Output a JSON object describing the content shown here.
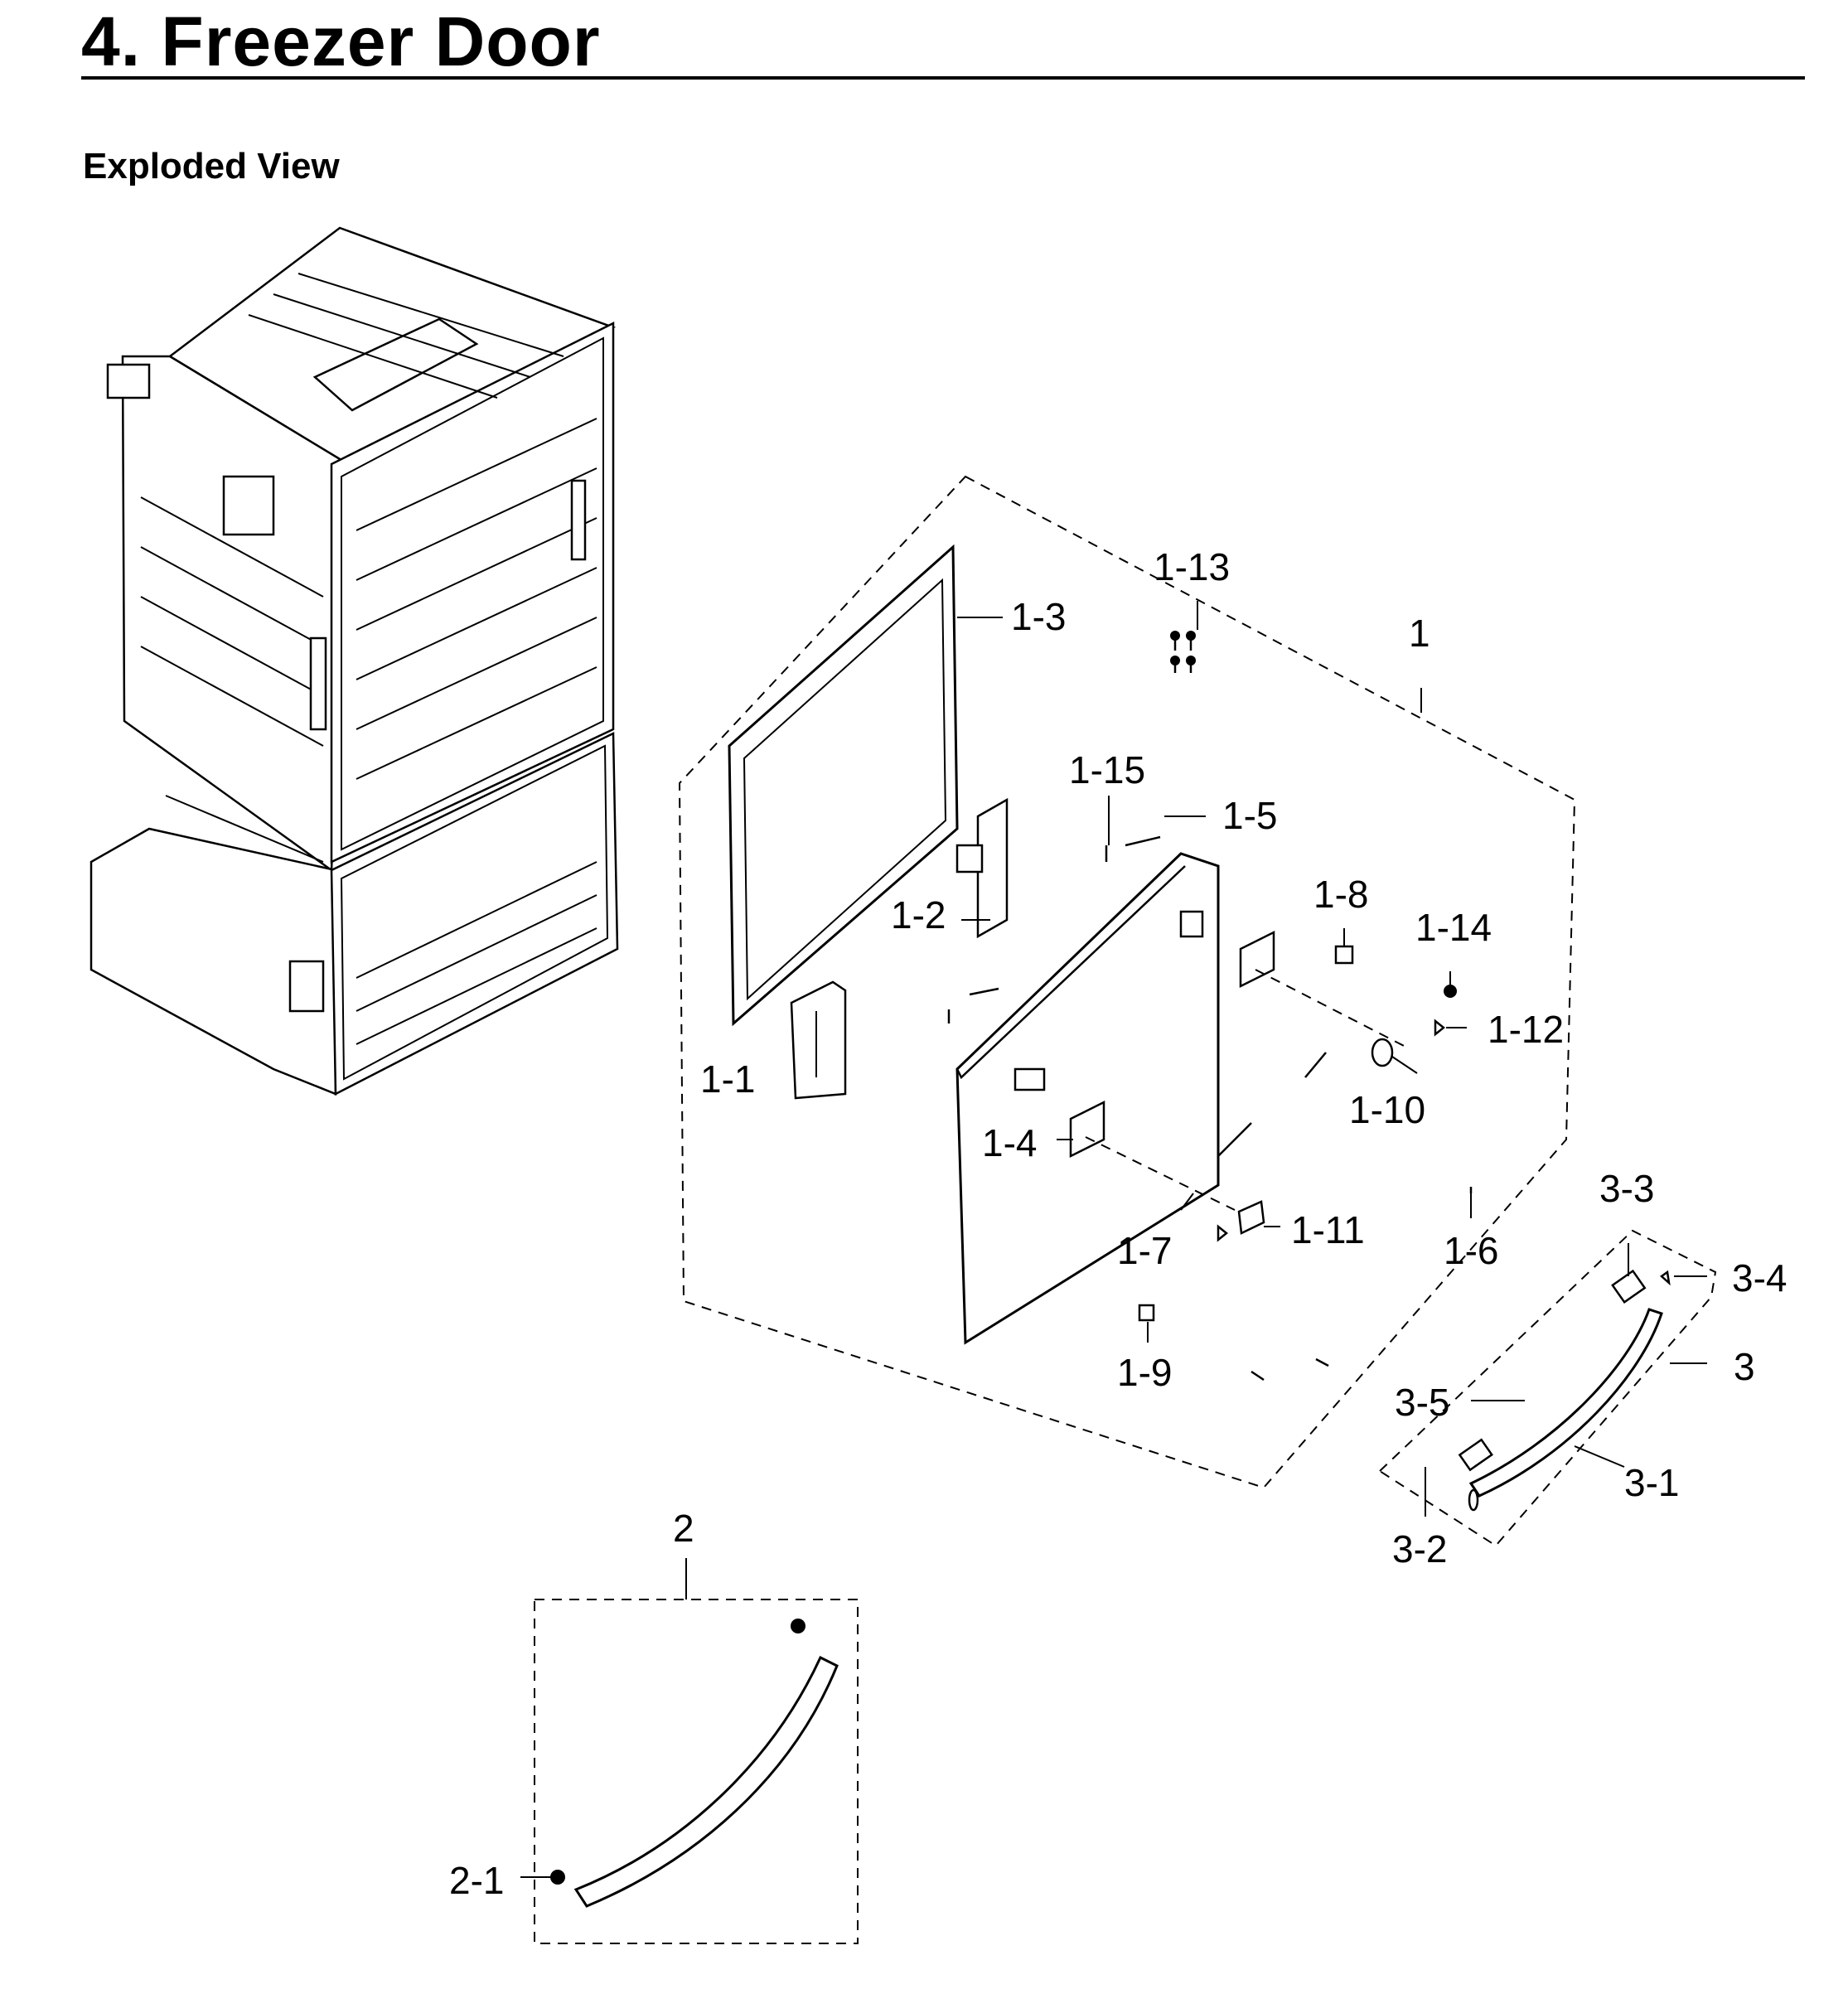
{
  "header": {
    "title": "4.  Freezer Door",
    "section": "Exploded View"
  },
  "callouts": {
    "p1": "1",
    "p1_1": "1-1",
    "p1_2": "1-2",
    "p1_3": "1-3",
    "p1_4": "1-4",
    "p1_5": "1-5",
    "p1_6": "1-6",
    "p1_7": "1-7",
    "p1_8": "1-8",
    "p1_9": "1-9",
    "p1_10": "1-10",
    "p1_11": "1-11",
    "p1_12": "1-12",
    "p1_13": "1-13",
    "p1_14": "1-14",
    "p1_15": "1-15",
    "p2": "2",
    "p2_1": "2-1",
    "p3": "3",
    "p3_1": "3-1",
    "p3_2": "3-2",
    "p3_3": "3-3",
    "p3_4": "3-4",
    "p3_5": "3-5"
  }
}
